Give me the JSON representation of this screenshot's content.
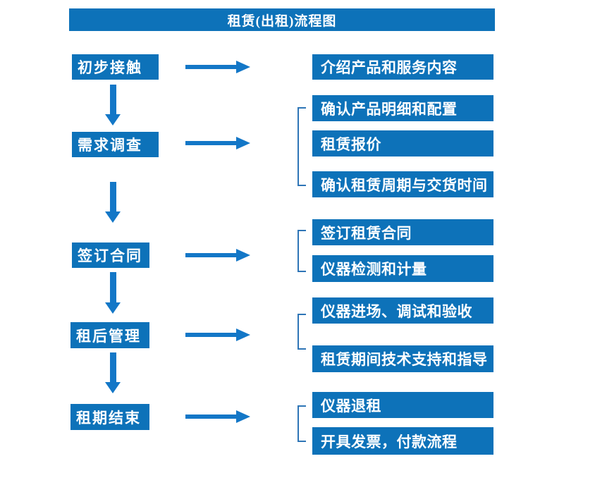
{
  "title": "租赁(出租)流程图",
  "colors": {
    "box_fill": "#0d72b9",
    "arrow_fill": "#1377c7",
    "bracket_stroke": "#2e75b6",
    "box_text": "#ffffff",
    "background": "#ffffff"
  },
  "stages": [
    {
      "label": "初步接触",
      "outputs": [
        "介绍产品和服务内容"
      ]
    },
    {
      "label": "需求调查",
      "outputs": [
        "确认产品明细和配置",
        "租赁报价",
        "确认租赁周期与交货时间"
      ]
    },
    {
      "label": "签订合同",
      "outputs": [
        "签订租赁合同",
        "仪器检测和计量"
      ]
    },
    {
      "label": "租后管理",
      "outputs": [
        "仪器进场、调试和验收",
        "租赁期间技术支持和指导"
      ]
    },
    {
      "label": "租期结束",
      "outputs": [
        "仪器退租",
        "开具发票，付款流程"
      ]
    }
  ]
}
